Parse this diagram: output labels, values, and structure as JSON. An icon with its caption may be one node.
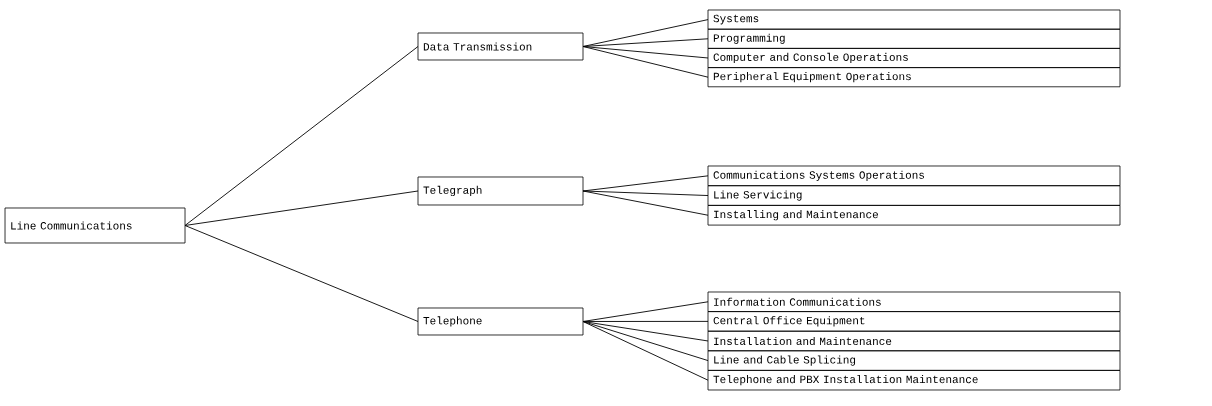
{
  "diagram": {
    "nodes": [
      {
        "text": [
          "Line Communications"
        ]
      },
      {
        "text": [
          "Data Transmission"
        ]
      },
      {
        "text": [
          "Telegraph"
        ]
      },
      {
        "text": [
          "Telephone"
        ]
      },
      {
        "text": [
          "Systems"
        ]
      },
      {
        "text": [
          "Programming"
        ]
      },
      {
        "text": [
          "Computer and Console Operations"
        ]
      },
      {
        "text": [
          "Peripheral Equipment Operations"
        ]
      },
      {
        "text": [
          "Communications Systems Operations"
        ]
      },
      {
        "text": [
          "Line Servicing"
        ]
      },
      {
        "text": [
          "Installing and Maintenance"
        ]
      },
      {
        "text": [
          "Information Communications"
        ]
      },
      {
        "text": [
          "Central Office Equipment"
        ]
      },
      {
        "text": [
          "Installation and Maintenance"
        ]
      },
      {
        "text": [
          "Line and Cable Splicing"
        ]
      },
      {
        "text": [
          "Telephone and PBX Installation Maintenance"
        ]
      }
    ],
    "edges": [
      {
        "from": 0,
        "to": 1,
        "arrow": "none"
      },
      {
        "from": 0,
        "to": 2,
        "arrow": "none"
      },
      {
        "from": 0,
        "to": 3,
        "arrow": "none"
      },
      {
        "from": 1,
        "to": 4,
        "arrow": "none"
      },
      {
        "from": 1,
        "to": 5,
        "arrow": "none"
      },
      {
        "from": 1,
        "to": 6,
        "arrow": "none"
      },
      {
        "from": 1,
        "to": 7,
        "arrow": "none"
      },
      {
        "from": 2,
        "to": 8,
        "arrow": "none"
      },
      {
        "from": 2,
        "to": 9,
        "arrow": "none"
      },
      {
        "from": 2,
        "to": 10,
        "arrow": "none"
      },
      {
        "from": 3,
        "to": 11,
        "arrow": "none"
      },
      {
        "from": 3,
        "to": 12,
        "arrow": "none"
      },
      {
        "from": 3,
        "to": 13,
        "arrow": "none"
      },
      {
        "from": 3,
        "to": 14,
        "arrow": "none"
      },
      {
        "from": 3,
        "to": 15,
        "arrow": "none"
      }
    ]
  }
}
